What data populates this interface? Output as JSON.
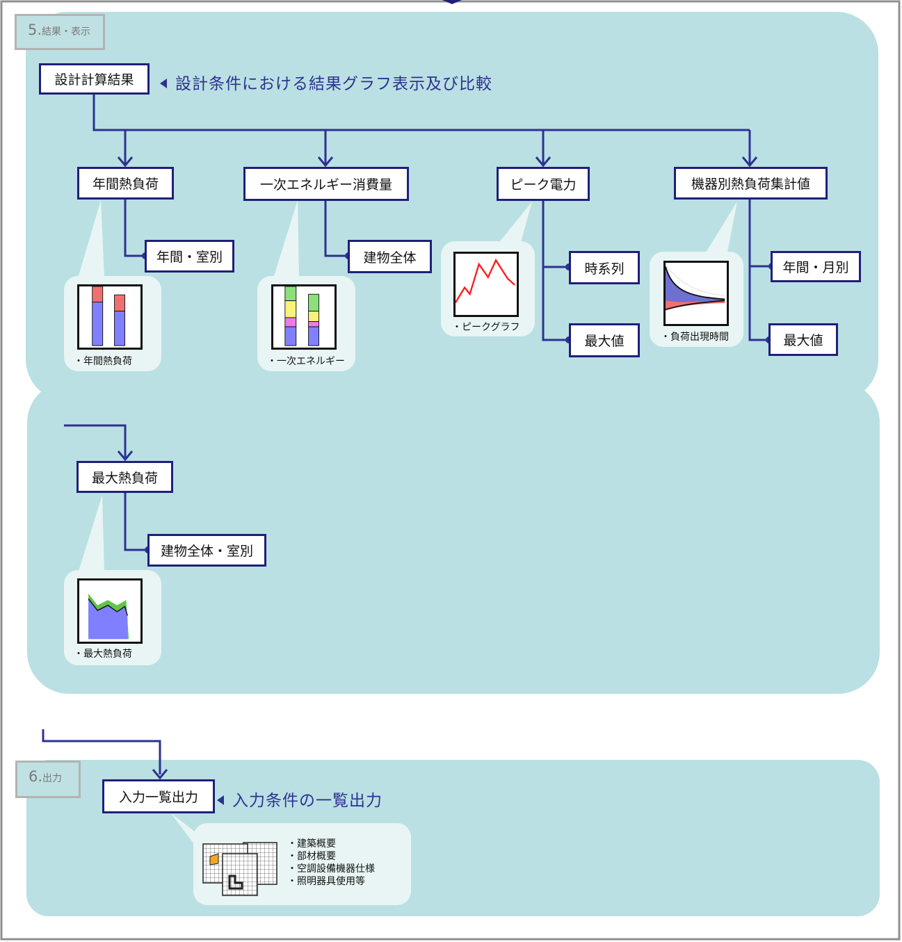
{
  "colors": {
    "panel": "#bae0e3",
    "bubble": "#e8f5f4",
    "line": "#2e3192",
    "box_border": "#1f1f7a",
    "heading": "#2e3192",
    "bar_blue": "#8080ff",
    "bar_red": "#f07070",
    "bar_green": "#8ce07a",
    "bar_yellow": "#f7f27a",
    "bar_magenta": "#f07ae8",
    "peak_line": "#ff1a1a",
    "area_green": "#5fc64a",
    "highlight_orange": "#f5a623"
  },
  "section5": {
    "number": "5.",
    "label": "結果・表示",
    "root_box": "設計計算結果",
    "heading": "設計条件における結果グラフ表示及び比較",
    "nodes": {
      "annual_load": {
        "label": "年間熱負荷",
        "child": "年間・室別",
        "caption": "・年間熱負荷"
      },
      "primary_energy": {
        "label": "一次エネルギー消費量",
        "child": "建物全体",
        "caption": "・一次エネルギー"
      },
      "peak_power": {
        "label": "ピーク電力",
        "children": [
          "時系列",
          "最大値"
        ],
        "caption": "・ピークグラフ"
      },
      "equipment_load": {
        "label": "機器別熱負荷集計値",
        "children": [
          "年間・月別",
          "最大値"
        ],
        "caption": "・負荷出現時間"
      },
      "max_load": {
        "label": "最大熱負荷",
        "child": "建物全体・室別",
        "caption": "・最大熱負荷"
      }
    }
  },
  "section6": {
    "number": "6.",
    "label": "出力",
    "root_box": "入力一覧出力",
    "heading": "入力条件の一覧出力",
    "items": [
      "・建築概要",
      "・部材概要",
      "・空調設備機器仕様",
      "・照明器具使用等"
    ]
  },
  "icons": [
    "stacked-bar-chart-icon",
    "line-chart-icon",
    "load-duration-curve-icon",
    "area-chart-icon",
    "document-stack-icon"
  ]
}
